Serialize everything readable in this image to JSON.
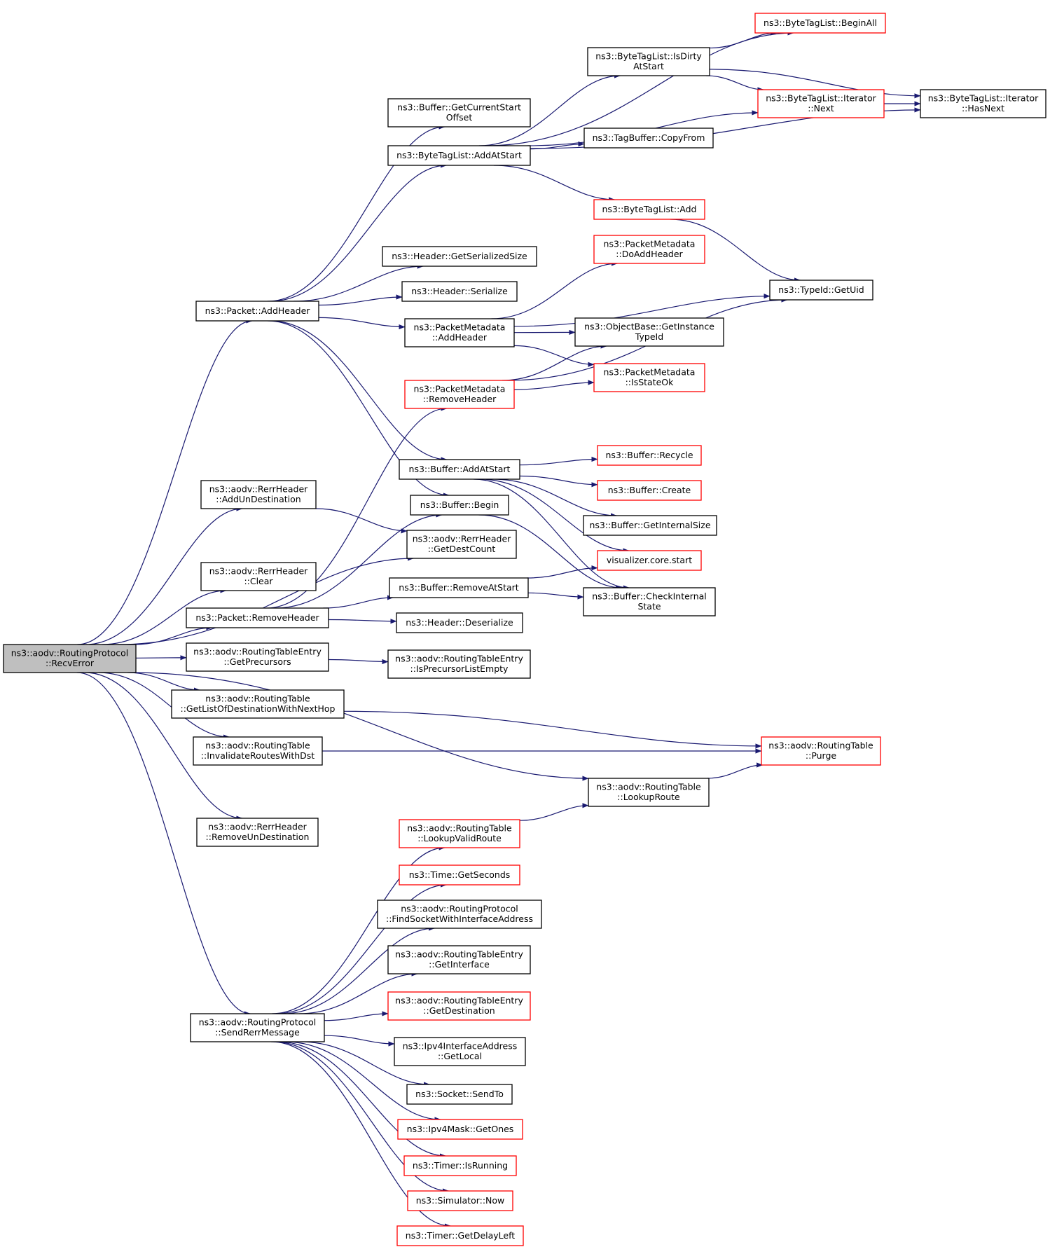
{
  "nodes": [
    {
      "id": "recv",
      "lines": [
        "ns3::aodv::RoutingProtocol",
        "::RecvError"
      ],
      "style": "root"
    },
    {
      "id": "pah",
      "lines": [
        "ns3::Packet::AddHeader"
      ],
      "style": "black"
    },
    {
      "id": "addun",
      "lines": [
        "ns3::aodv::RerrHeader",
        "::AddUnDestination"
      ],
      "style": "black"
    },
    {
      "id": "clear",
      "lines": [
        "ns3::aodv::RerrHeader",
        "::Clear"
      ],
      "style": "black"
    },
    {
      "id": "prh",
      "lines": [
        "ns3::Packet::RemoveHeader"
      ],
      "style": "black"
    },
    {
      "id": "gprec",
      "lines": [
        "ns3::aodv::RoutingTableEntry",
        "::GetPrecursors"
      ],
      "style": "black"
    },
    {
      "id": "glist",
      "lines": [
        "ns3::aodv::RoutingTable",
        "::GetListOfDestinationWithNextHop"
      ],
      "style": "black"
    },
    {
      "id": "inval",
      "lines": [
        "ns3::aodv::RoutingTable",
        "::InvalidateRoutesWithDst"
      ],
      "style": "black"
    },
    {
      "id": "remun",
      "lines": [
        "ns3::aodv::RerrHeader",
        "::RemoveUnDestination"
      ],
      "style": "black"
    },
    {
      "id": "srerr",
      "lines": [
        "ns3::aodv::RoutingProtocol",
        "::SendRerrMessage"
      ],
      "style": "black"
    },
    {
      "id": "bgcso",
      "lines": [
        "ns3::Buffer::GetCurrentStart",
        "Offset"
      ],
      "style": "black"
    },
    {
      "id": "btaas",
      "lines": [
        "ns3::ByteTagList::AddAtStart"
      ],
      "style": "black"
    },
    {
      "id": "hgss",
      "lines": [
        "ns3::Header::GetSerializedSize"
      ],
      "style": "black"
    },
    {
      "id": "hser",
      "lines": [
        "ns3::Header::Serialize"
      ],
      "style": "black"
    },
    {
      "id": "pmah",
      "lines": [
        "ns3::PacketMetadata",
        "::AddHeader"
      ],
      "style": "black"
    },
    {
      "id": "pmrh",
      "lines": [
        "ns3::PacketMetadata",
        "::RemoveHeader"
      ],
      "style": "red"
    },
    {
      "id": "baas",
      "lines": [
        "ns3::Buffer::AddAtStart"
      ],
      "style": "black"
    },
    {
      "id": "bbeg",
      "lines": [
        "ns3::Buffer::Begin"
      ],
      "style": "black"
    },
    {
      "id": "rhgdc",
      "lines": [
        "ns3::aodv::RerrHeader",
        "::GetDestCount"
      ],
      "style": "black"
    },
    {
      "id": "bras",
      "lines": [
        "ns3::Buffer::RemoveAtStart"
      ],
      "style": "black"
    },
    {
      "id": "hdes",
      "lines": [
        "ns3::Header::Deserialize"
      ],
      "style": "black"
    },
    {
      "id": "rteipl",
      "lines": [
        "ns3::aodv::RoutingTableEntry",
        "::IsPrecursorListEmpty"
      ],
      "style": "black"
    },
    {
      "id": "rtlvr",
      "lines": [
        "ns3::aodv::RoutingTable",
        "::LookupValidRoute"
      ],
      "style": "red"
    },
    {
      "id": "tgs",
      "lines": [
        "ns3::Time::GetSeconds"
      ],
      "style": "red"
    },
    {
      "id": "rpfs",
      "lines": [
        "ns3::aodv::RoutingProtocol",
        "::FindSocketWithInterfaceAddress"
      ],
      "style": "black"
    },
    {
      "id": "rtegi",
      "lines": [
        "ns3::aodv::RoutingTableEntry",
        "::GetInterface"
      ],
      "style": "black"
    },
    {
      "id": "rtegd",
      "lines": [
        "ns3::aodv::RoutingTableEntry",
        "::GetDestination"
      ],
      "style": "red"
    },
    {
      "id": "ipgl",
      "lines": [
        "ns3::Ipv4InterfaceAddress",
        "::GetLocal"
      ],
      "style": "black"
    },
    {
      "id": "sst",
      "lines": [
        "ns3::Socket::SendTo"
      ],
      "style": "black"
    },
    {
      "id": "mgo",
      "lines": [
        "ns3::Ipv4Mask::GetOnes"
      ],
      "style": "red"
    },
    {
      "id": "tir",
      "lines": [
        "ns3::Timer::IsRunning"
      ],
      "style": "red"
    },
    {
      "id": "snow",
      "lines": [
        "ns3::Simulator::Now"
      ],
      "style": "red"
    },
    {
      "id": "tgdl",
      "lines": [
        "ns3::Timer::GetDelayLeft"
      ],
      "style": "red"
    },
    {
      "id": "btlid",
      "lines": [
        "ns3::ByteTagList::IsDirty",
        "AtStart"
      ],
      "style": "black"
    },
    {
      "id": "btlba",
      "lines": [
        "ns3::ByteTagList::BeginAll"
      ],
      "style": "red"
    },
    {
      "id": "btlin",
      "lines": [
        "ns3::ByteTagList::Iterator",
        "::Next"
      ],
      "style": "red"
    },
    {
      "id": "btlih",
      "lines": [
        "ns3::ByteTagList::Iterator",
        "::HasNext"
      ],
      "style": "black"
    },
    {
      "id": "tbcf",
      "lines": [
        "ns3::TagBuffer::CopyFrom"
      ],
      "style": "black"
    },
    {
      "id": "btladd",
      "lines": [
        "ns3::ByteTagList::Add"
      ],
      "style": "red"
    },
    {
      "id": "pmdah",
      "lines": [
        "ns3::PacketMetadata",
        "::DoAddHeader"
      ],
      "style": "red"
    },
    {
      "id": "tidgu",
      "lines": [
        "ns3::TypeId::GetUid"
      ],
      "style": "black"
    },
    {
      "id": "obgit",
      "lines": [
        "ns3::ObjectBase::GetInstance",
        "TypeId"
      ],
      "style": "black"
    },
    {
      "id": "pmiso",
      "lines": [
        "ns3::PacketMetadata",
        "::IsStateOk"
      ],
      "style": "red"
    },
    {
      "id": "brec",
      "lines": [
        "ns3::Buffer::Recycle"
      ],
      "style": "red"
    },
    {
      "id": "bcre",
      "lines": [
        "ns3::Buffer::Create"
      ],
      "style": "red"
    },
    {
      "id": "bgis",
      "lines": [
        "ns3::Buffer::GetInternalSize"
      ],
      "style": "black"
    },
    {
      "id": "vcs",
      "lines": [
        "visualizer.core.start"
      ],
      "style": "red"
    },
    {
      "id": "bcis",
      "lines": [
        "ns3::Buffer::CheckInternal",
        "State"
      ],
      "style": "black"
    },
    {
      "id": "rtlr",
      "lines": [
        "ns3::aodv::RoutingTable",
        "::LookupRoute"
      ],
      "style": "black"
    },
    {
      "id": "rtpu",
      "lines": [
        "ns3::aodv::RoutingTable",
        "::Purge"
      ],
      "style": "red"
    }
  ],
  "edges": [
    [
      "recv",
      "pah"
    ],
    [
      "recv",
      "addun"
    ],
    [
      "recv",
      "rhgdc"
    ],
    [
      "recv",
      "clear"
    ],
    [
      "recv",
      "prh"
    ],
    [
      "recv",
      "gprec"
    ],
    [
      "recv",
      "glist"
    ],
    [
      "recv",
      "inval"
    ],
    [
      "recv",
      "rtlr"
    ],
    [
      "recv",
      "remun"
    ],
    [
      "recv",
      "srerr"
    ],
    [
      "pah",
      "bgcso"
    ],
    [
      "pah",
      "btaas"
    ],
    [
      "pah",
      "hgss"
    ],
    [
      "pah",
      "hser"
    ],
    [
      "pah",
      "pmah"
    ],
    [
      "pah",
      "baas"
    ],
    [
      "pah",
      "bbeg"
    ],
    [
      "btaas",
      "btlba"
    ],
    [
      "btaas",
      "btlid"
    ],
    [
      "btaas",
      "btlin"
    ],
    [
      "btaas",
      "tbcf"
    ],
    [
      "btaas",
      "btlih"
    ],
    [
      "btaas",
      "btladd"
    ],
    [
      "btlid",
      "btlba"
    ],
    [
      "btlid",
      "btlin"
    ],
    [
      "btlid",
      "btlih"
    ],
    [
      "btlin",
      "btlih"
    ],
    [
      "btladd",
      "tidgu"
    ],
    [
      "pmah",
      "pmdah"
    ],
    [
      "pmah",
      "tidgu"
    ],
    [
      "pmah",
      "obgit"
    ],
    [
      "pmah",
      "pmiso"
    ],
    [
      "addun",
      "rhgdc"
    ],
    [
      "prh",
      "bbeg"
    ],
    [
      "prh",
      "pmrh"
    ],
    [
      "prh",
      "bras"
    ],
    [
      "prh",
      "hdes"
    ],
    [
      "pmrh",
      "obgit"
    ],
    [
      "pmrh",
      "pmiso"
    ],
    [
      "pmrh",
      "tidgu"
    ],
    [
      "baas",
      "brec"
    ],
    [
      "baas",
      "bcre"
    ],
    [
      "baas",
      "bgis"
    ],
    [
      "baas",
      "vcs"
    ],
    [
      "baas",
      "bcis"
    ],
    [
      "bbeg",
      "bcis"
    ],
    [
      "bras",
      "vcs"
    ],
    [
      "bras",
      "bcis"
    ],
    [
      "gprec",
      "rteipl"
    ],
    [
      "glist",
      "rtpu"
    ],
    [
      "inval",
      "rtpu"
    ],
    [
      "rtlr",
      "rtpu"
    ],
    [
      "rtlvr",
      "rtlr"
    ],
    [
      "srerr",
      "rtlvr"
    ],
    [
      "srerr",
      "tgs"
    ],
    [
      "srerr",
      "rpfs"
    ],
    [
      "srerr",
      "rtegi"
    ],
    [
      "srerr",
      "rtegd"
    ],
    [
      "srerr",
      "ipgl"
    ],
    [
      "srerr",
      "sst"
    ],
    [
      "srerr",
      "mgo"
    ],
    [
      "srerr",
      "tir"
    ],
    [
      "srerr",
      "snow"
    ],
    [
      "srerr",
      "tgdl"
    ]
  ],
  "colors": {
    "edge": "#191970",
    "red": "#ff0000",
    "black": "#000000",
    "root_fill": "#bfbfbf"
  }
}
